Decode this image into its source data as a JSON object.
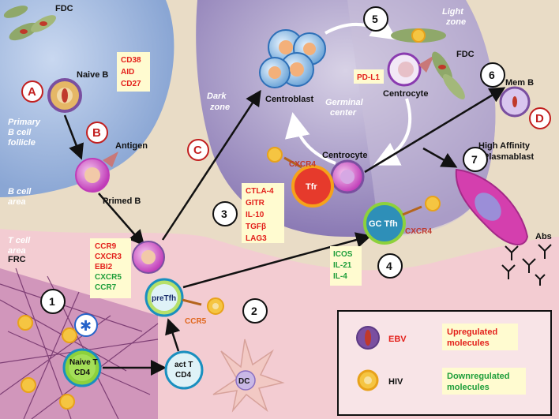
{
  "zones": {
    "fdc_top": "FDC",
    "primary_follicle": [
      "Primary",
      "B cell",
      "follicle"
    ],
    "b_area": [
      "B cell",
      "area"
    ],
    "t_area": [
      "T cell",
      "area"
    ],
    "dark_zone": [
      "Dark",
      "zone"
    ],
    "light_zone": [
      "Light",
      "zone"
    ],
    "germinal_center": [
      "Germinal",
      "center"
    ]
  },
  "cells": {
    "naive_b": "Naive B",
    "antigen": "Antigen",
    "primed_b": "Primed B",
    "frc": "FRC",
    "naive_t": [
      "Naive T",
      "CD4"
    ],
    "act_t": [
      "act T",
      "CD4"
    ],
    "dc": "DC",
    "pretfh": "preTfh",
    "centroblast": "Centroblast",
    "centrocyte_top": "Centrocyte",
    "centrocyte_mid": "Centrocyte",
    "fdc_right": "FDC",
    "tfr": "Tfr",
    "gc_tfh": "GC Tfh",
    "mem_b": "Mem B",
    "plasmablast": [
      "High Affinity",
      "Plasmablast"
    ],
    "abs": "Abs"
  },
  "receptors": {
    "ccr5": "CCR5",
    "cxcr4_tfr": "CXCR4",
    "cxcr4_tfh": "CXCR4"
  },
  "boxes": {
    "naive_b_molecules": [
      "CD38",
      "AID",
      "CD27"
    ],
    "pd_l1": "PD-L1",
    "tfr_molecules": [
      "CTLA-4",
      "GITR",
      "IL-10",
      "TGFβ",
      "LAG3"
    ],
    "pretfh_red": [
      "CCR9",
      "CXCR3",
      "EBI2"
    ],
    "pretfh_green": [
      "CXCR5",
      "CCR7"
    ],
    "tfh_green": [
      "ICOS",
      "IL-21",
      "IL-4"
    ]
  },
  "numbers": [
    "1",
    "2",
    "3",
    "4",
    "5",
    "6",
    "7"
  ],
  "letters": [
    "A",
    "B",
    "C",
    "D"
  ],
  "asterisk": "✱",
  "legend": {
    "ebv": "EBV",
    "hiv": "HIV",
    "up": [
      "Upregulated",
      "molecules"
    ],
    "down": [
      "Downregulated",
      "molecules"
    ]
  },
  "colors": {
    "follicle": "#9fb8dd",
    "b_area": "#e9dcc6",
    "t_area": "#f3ccd2",
    "germinal": "#a796c4",
    "red_text": "#e3201b",
    "green_text": "#1e9e3a"
  }
}
